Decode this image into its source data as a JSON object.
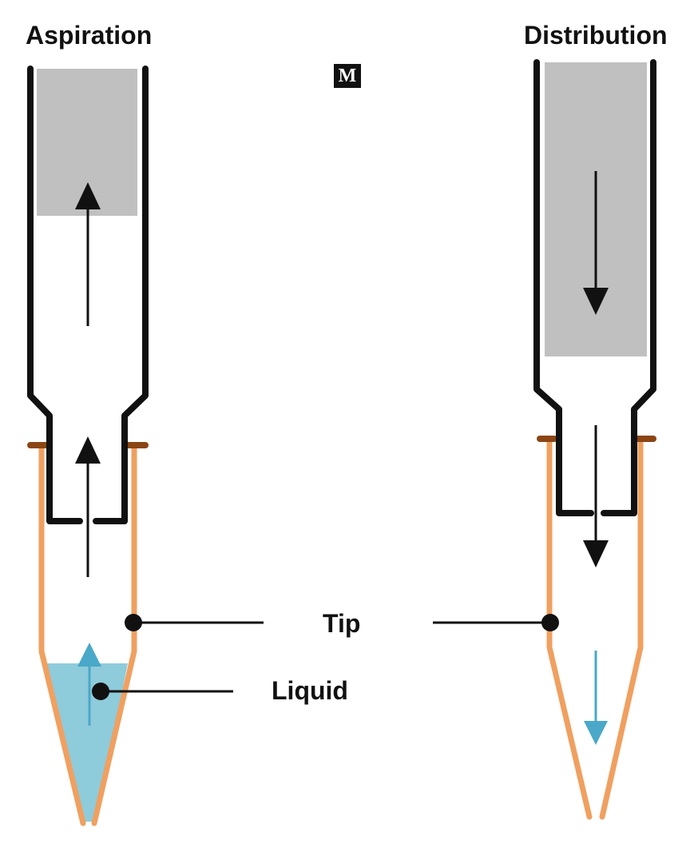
{
  "titles": {
    "aspiration": "Aspiration",
    "distribution": "Distribution"
  },
  "labels": {
    "tip": "Tip",
    "liquid": "Liquid"
  },
  "logo": {
    "letter": "M"
  },
  "colors": {
    "piston_wall": "#111111",
    "air_fill": "#c0c0c0",
    "tip_wall": "#f0a060",
    "tip_seal": "#8b4513",
    "liquid": "#8ecbdb",
    "liquid_arrow": "#4aa8c8"
  }
}
